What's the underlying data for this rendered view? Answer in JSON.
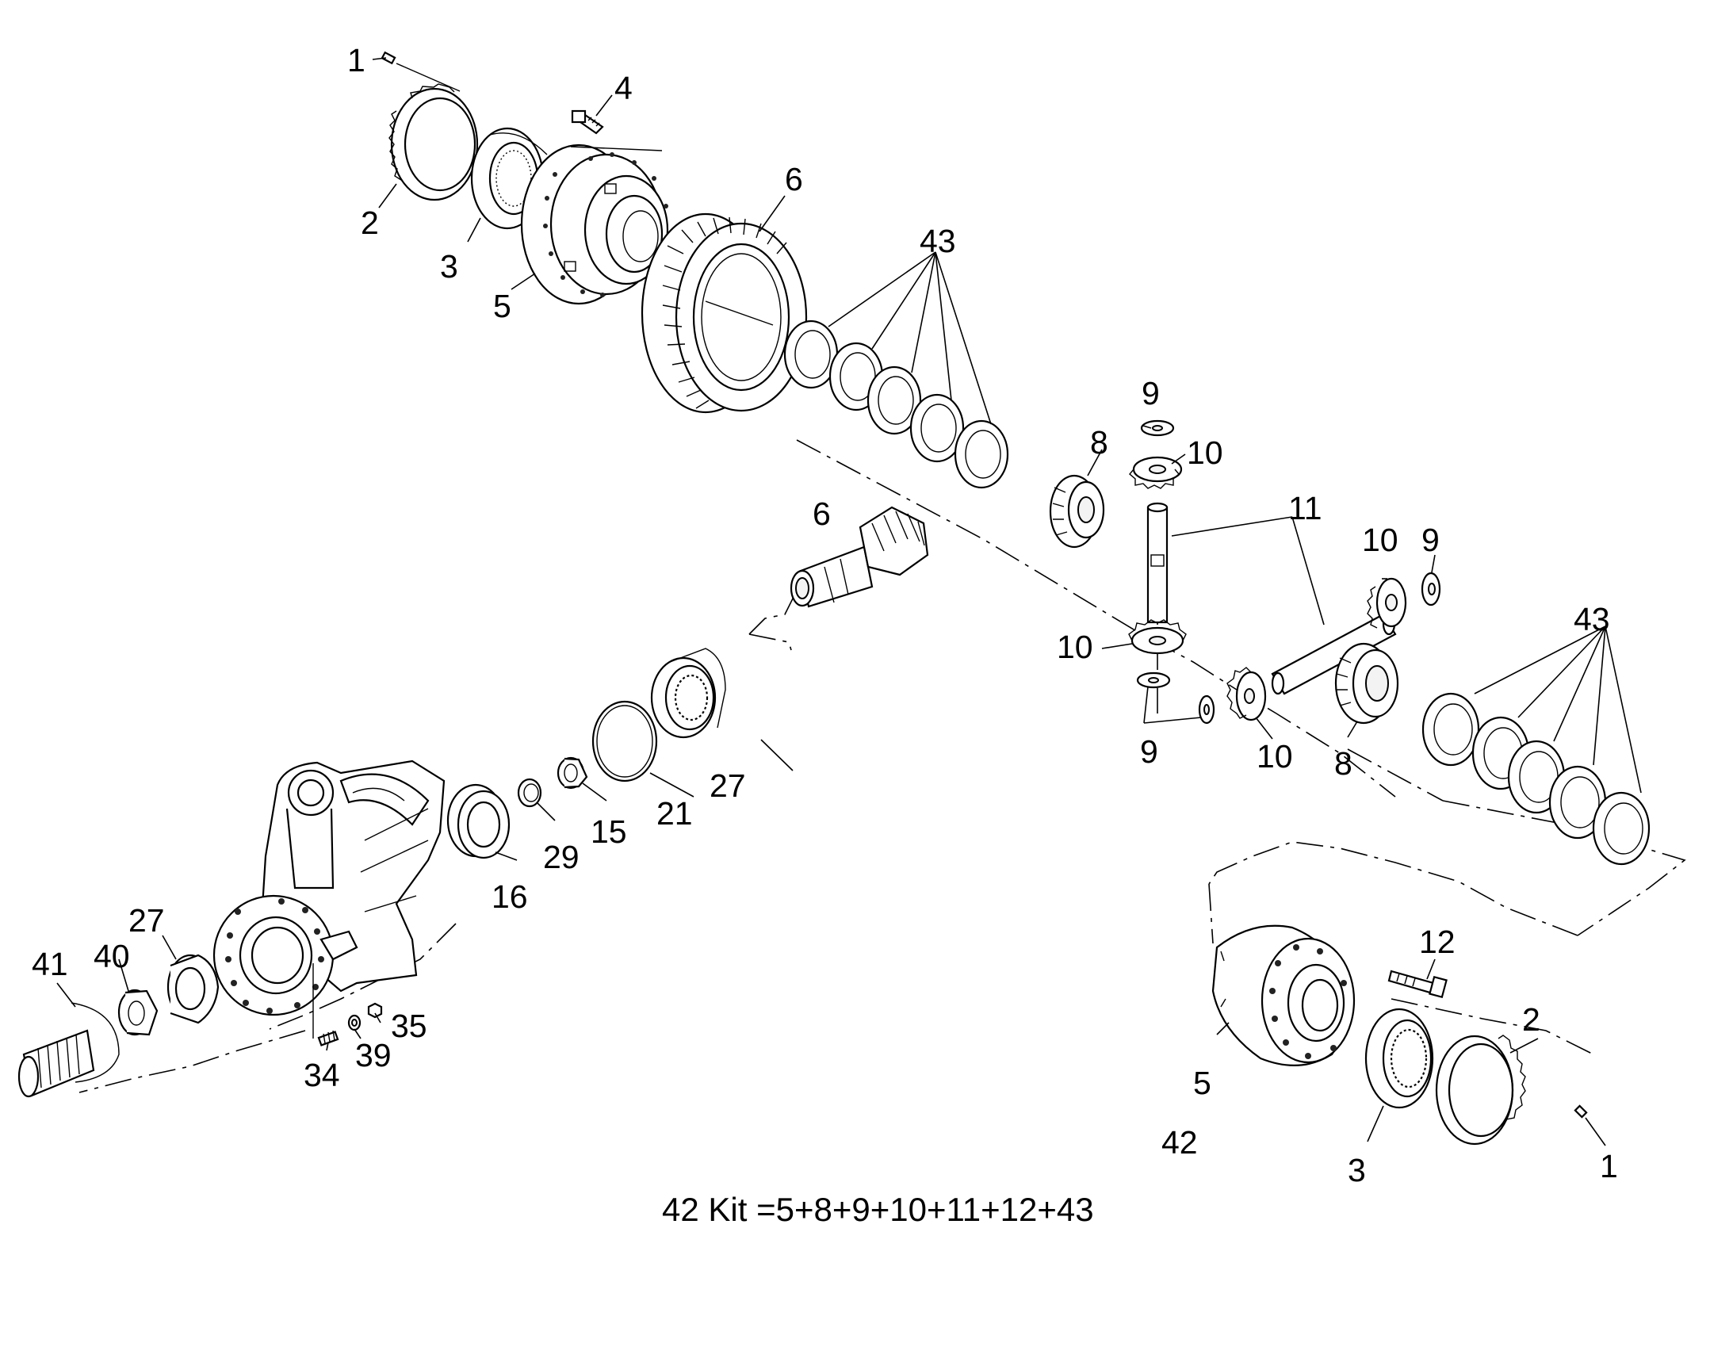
{
  "callouts": {
    "n1a": "1",
    "n4": "4",
    "n2a": "2",
    "n3a": "3",
    "n5a": "5",
    "n6a": "6",
    "n43a": "43",
    "n9a": "9",
    "n10a": "10",
    "n8a": "8",
    "n6b": "6",
    "n11": "11",
    "n10b": "10",
    "n9b": "9",
    "n43b": "43",
    "n10c": "10",
    "n9c": "9",
    "n10d": "10",
    "n8b": "8",
    "n27a": "27",
    "n21": "21",
    "n15": "15",
    "n29": "29",
    "n16": "16",
    "n27b": "27",
    "n41": "41",
    "n40": "40",
    "n35": "35",
    "n34": "34",
    "n39": "39",
    "n12": "12",
    "n2b": "2",
    "n5b": "5",
    "n42": "42",
    "n3b": "3",
    "n1b": "1"
  },
  "kit_note": "42 Kit =5+8+9+10+11+12+43"
}
